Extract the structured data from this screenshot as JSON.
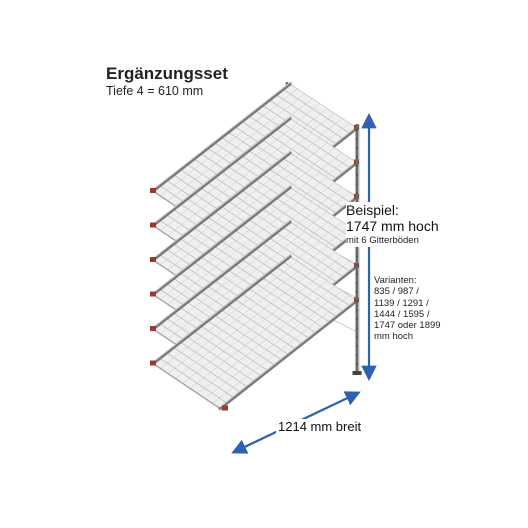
{
  "header": {
    "title": "Ergänzungsset",
    "subtitle": "Tiefe 4 = 610 mm"
  },
  "example": {
    "label": "Beispiel:",
    "height": "1747 mm hoch",
    "note": "mit 6 Gitterböden"
  },
  "variants": {
    "lines": [
      "Varianten:",
      "835 / 987 /",
      "1139 / 1291 /",
      "1444 / 1595 /",
      "1747 oder 1899",
      "mm hoch"
    ]
  },
  "width": {
    "label": "1214 mm breit"
  },
  "shelf": {
    "shelf_count": 6
  },
  "colors": {
    "arrow": "#2e62b0",
    "frame": "#6a6a6a",
    "mesh": "#b8b8b8",
    "rail": "#7a7a7a",
    "clip": "#9a3a2e"
  }
}
